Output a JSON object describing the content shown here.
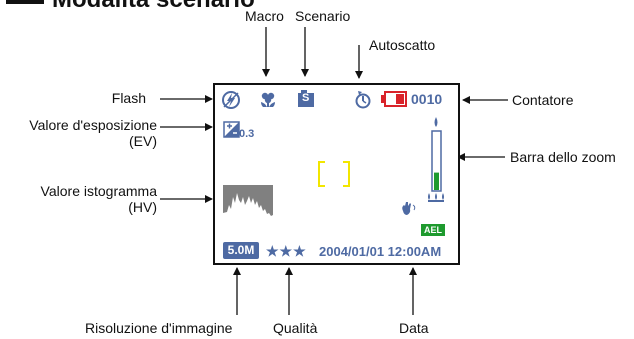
{
  "title": "Modalità scenario",
  "labels": {
    "macro": "Macro",
    "scenario": "Scenario",
    "autoscatto": "Autoscatto",
    "flash": "Flash",
    "contatore": "Contatore",
    "ev_line1": "Valore d'esposizione",
    "ev_line2": "(EV)",
    "zoom": "Barra dello zoom",
    "hv_line1": "Valore istogramma",
    "hv_line2": "(HV)",
    "risoluzione": "Risoluzione d'immagine",
    "qualita": "Qualità",
    "data": "Data"
  },
  "screen": {
    "counter": "0010",
    "ev_value": "0.3",
    "resolution": "5.0M",
    "quality_stars": "★★★",
    "datetime": "2004/01/01 12:00AM",
    "scene_letter": "S",
    "ael": "AEL",
    "zoom_level": 0.3,
    "colors": {
      "icon_blue": "#4e6aa3",
      "battery_red": "#d9232a",
      "focus_yellow": "#f2e600",
      "zoom_green": "#1e9a2e",
      "ael_green": "#1e9a2e"
    }
  }
}
